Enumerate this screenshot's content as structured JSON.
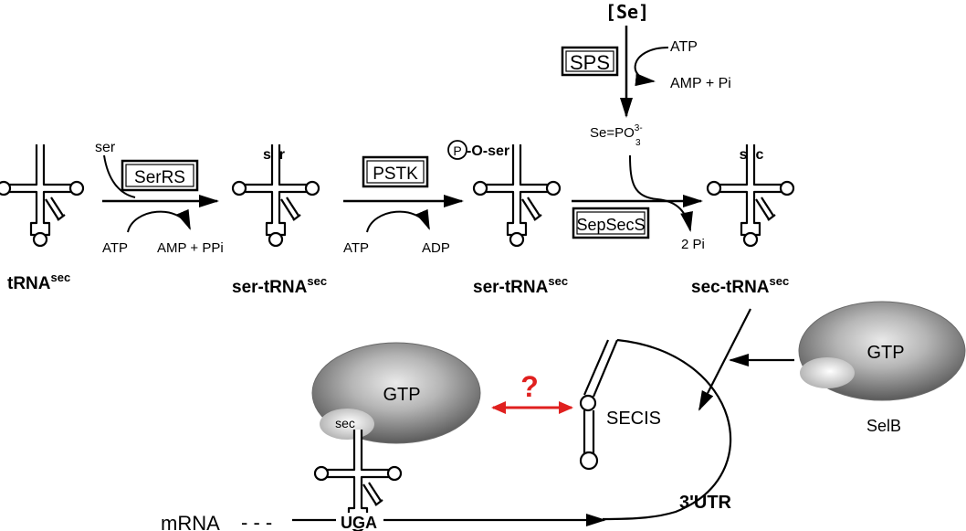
{
  "top": {
    "selenium": "[Se]",
    "sps": "SPS",
    "atp": "ATP",
    "amp_pi": "AMP + Pi",
    "se_po3_base": "Se=PO",
    "se_po3_sub": "3",
    "se_po3_sup": "3-"
  },
  "row": {
    "ser_in": "ser",
    "serrs": "SerRS",
    "atp1": "ATP",
    "amp_ppi": "AMP + PPi",
    "ser_on_trna": "ser",
    "pstk": "PSTK",
    "atp2": "ATP",
    "adp": "ADP",
    "p_circle": "P",
    "o_ser": "-O-ser",
    "sepsecs": "SepSecS",
    "two_pi": "2 Pi",
    "sec_on_trna": "sec"
  },
  "names": {
    "trna_base": "tRNA",
    "trna_sup": "sec",
    "ser_trna_base": "ser-tRNA",
    "ser_trna_sup": "sec",
    "pser_trna_base": "ser-tRNA",
    "pser_trna_sup": "sec",
    "sec_trna_base": "sec-tRNA",
    "sec_trna_sup": "sec"
  },
  "bottom": {
    "gtp_left": "GTP",
    "sec_pocket": "sec",
    "question": "?",
    "secis": "SECIS",
    "gtp_right": "GTP",
    "selb": "SelB",
    "utr": "3'UTR",
    "mrna": "mRNA",
    "dashes": "- - -",
    "uga": "UGA"
  },
  "colors": {
    "question_arrow": "#e0201f",
    "ellipse_light": "#efefef",
    "ellipse_dark": "#595959"
  }
}
